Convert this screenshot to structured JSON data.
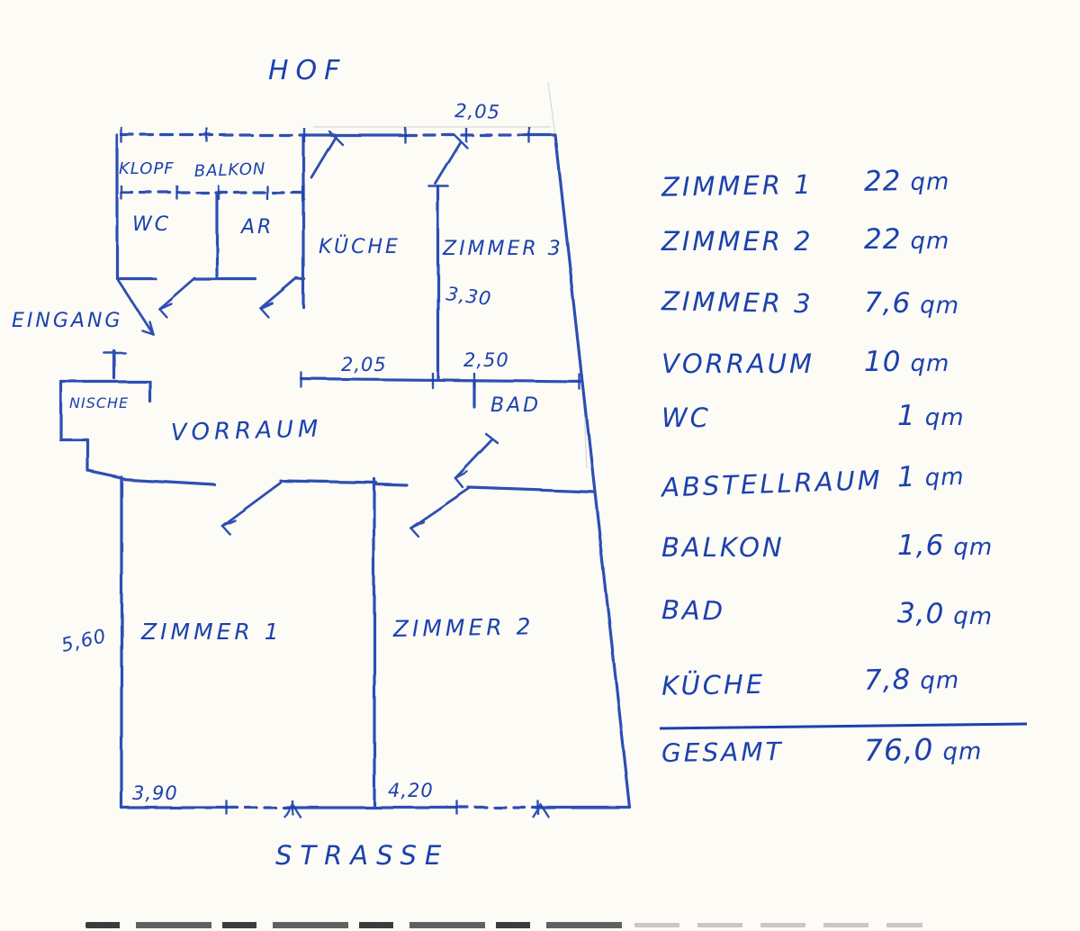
{
  "colors": {
    "ink": "#1c41ae",
    "paper": "#fcfbf6"
  },
  "plan": {
    "labels": {
      "hof": "HOF",
      "klopf": "KLOPF",
      "balkon": "BALKON",
      "wc": "WC",
      "ar": "AR",
      "kueche": "KÜCHE",
      "zimmer3": "ZIMMER 3",
      "eingang": "EINGANG",
      "nische": "NISCHE",
      "vorraum": "VORRAUM",
      "bad": "BAD",
      "zimmer1": "ZIMMER 1",
      "zimmer2": "ZIMMER 2",
      "strasse": "STRASSE"
    },
    "dimensions": {
      "window_top": "2,05",
      "zimmer3_depth": "3,30",
      "vorraum_left": "2,05",
      "vorraum_right": "2,50",
      "zimmer1_height": "5,60",
      "zimmer1_width": "3,90",
      "zimmer2_width": "4,20"
    }
  },
  "areas": {
    "rows": [
      {
        "label": "ZIMMER 1",
        "value": "22",
        "unit": "qm"
      },
      {
        "label": "ZIMMER 2",
        "value": "22",
        "unit": "qm"
      },
      {
        "label": "ZIMMER 3",
        "value": "7,6",
        "unit": "qm"
      },
      {
        "label": "VORRAUM",
        "value": "10",
        "unit": "qm"
      },
      {
        "label": "WC",
        "value": "1",
        "unit": "qm"
      },
      {
        "label": "ABSTELLRAUM",
        "value": "1",
        "unit": "qm"
      },
      {
        "label": "BALKON",
        "value": "1,6",
        "unit": "qm"
      },
      {
        "label": "BAD",
        "value": "3,0",
        "unit": "qm"
      },
      {
        "label": "KÜCHE",
        "value": "7,8",
        "unit": "qm"
      },
      {
        "label": "GESAMT",
        "value": "76,0",
        "unit": "qm"
      }
    ]
  }
}
